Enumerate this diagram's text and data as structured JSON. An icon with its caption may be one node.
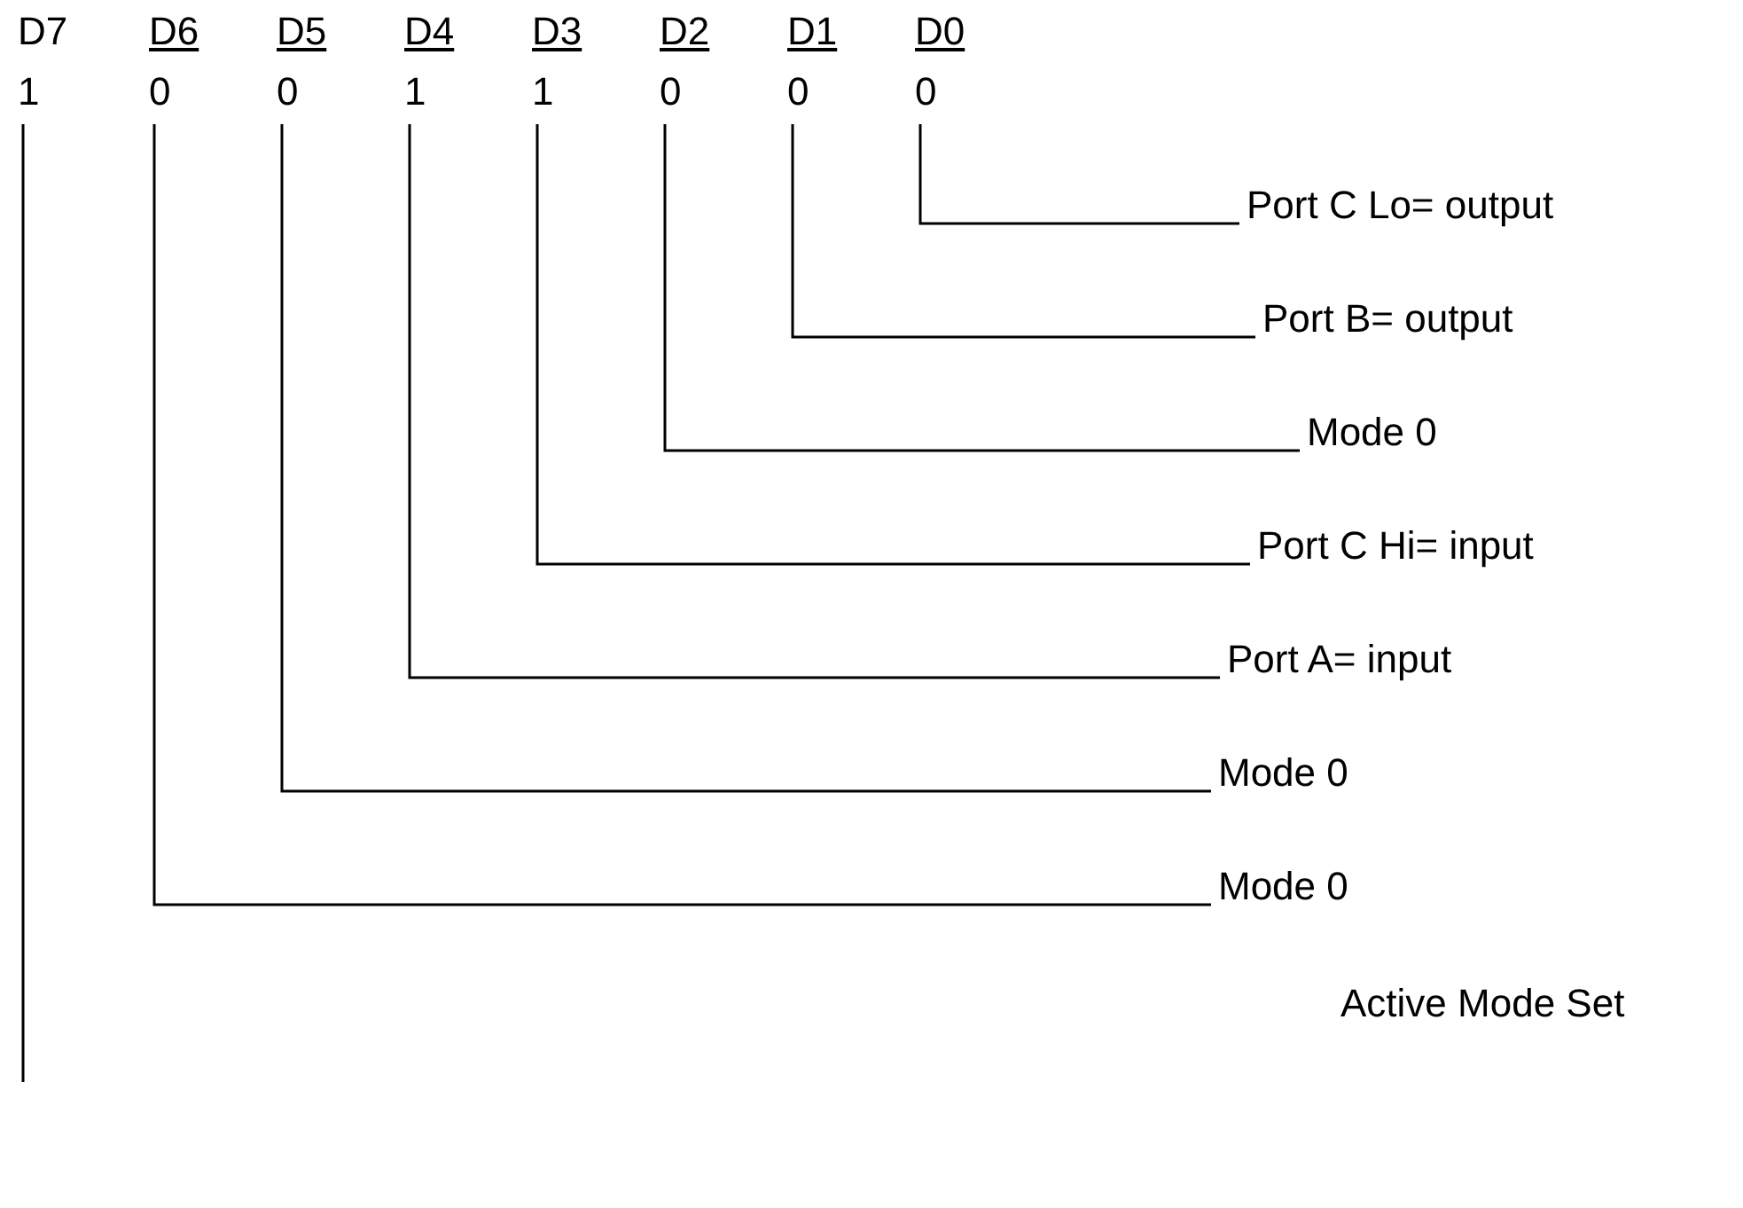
{
  "diagram": {
    "nodes": [
      {
        "text": [
          "D7",
          "1"
        ]
      },
      {
        "text": [
          "D6",
          "0"
        ]
      },
      {
        "text": [
          "D5",
          "0"
        ]
      },
      {
        "text": [
          "D4",
          "1"
        ]
      },
      {
        "text": [
          "D3",
          "1"
        ]
      },
      {
        "text": [
          "D2",
          "0"
        ]
      },
      {
        "text": [
          "D1",
          "0"
        ]
      },
      {
        "text": [
          "D0",
          "0"
        ]
      },
      {
        "text": [
          "Port C Lo= output"
        ]
      },
      {
        "text": [
          "Port B= output"
        ]
      },
      {
        "text": [
          "Mode 0"
        ]
      },
      {
        "text": [
          "Port C Hi= input"
        ]
      },
      {
        "text": [
          "Port A= input"
        ]
      },
      {
        "text": [
          "Mode 0"
        ]
      },
      {
        "text": [
          "Mode 0"
        ]
      },
      {
        "text": [
          "Active Mode Set"
        ]
      }
    ],
    "edges": [
      {
        "from": 7,
        "to": 8,
        "arrow": "none"
      },
      {
        "from": 6,
        "to": 9,
        "arrow": "none"
      },
      {
        "from": 5,
        "to": 10,
        "arrow": "none"
      },
      {
        "from": 4,
        "to": 11,
        "arrow": "none"
      },
      {
        "from": 3,
        "to": 12,
        "arrow": "none"
      },
      {
        "from": 2,
        "to": 13,
        "arrow": "none"
      },
      {
        "from": 1,
        "to": 14,
        "arrow": "none"
      },
      {
        "from": 0,
        "to": null,
        "arrow": "none"
      }
    ]
  }
}
